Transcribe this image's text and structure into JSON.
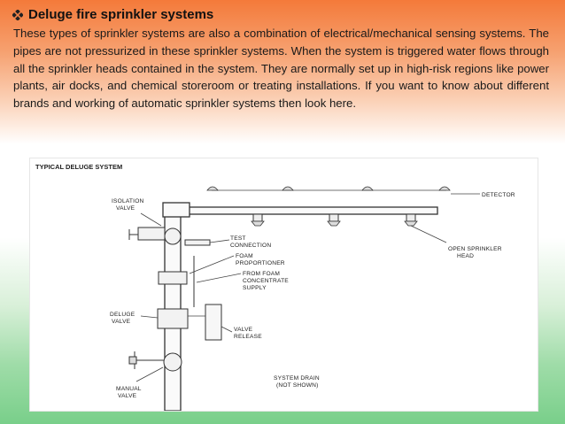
{
  "slide": {
    "heading": "Deluge fire sprinkler systems",
    "bullet_icon": "diamond-bullet-icon",
    "paragraph": "These types of sprinkler systems are also a combination of electrical/mechanical sensing systems. The pipes are not pressurized in these sprinkler systems. When the system is triggered water flows through all the sprinkler heads contained in the system. They are normally set up in high-risk regions like power plants, air docks, and chemical storeroom or treating installations. If you want to know about different brands and working of automatic sprinkler systems then look here."
  },
  "diagram": {
    "title": "TYPICAL DELUGE SYSTEM",
    "labels": {
      "isolation_1": "ISOLATION",
      "isolation_2": "VALVE",
      "test_1": "TEST",
      "test_2": "CONNECTION",
      "foam_1": "FOAM",
      "foam_2": "PROPORTIONER",
      "from_1": "FROM FOAM",
      "from_2": "CONCENTRATE",
      "from_3": "SUPPLY",
      "deluge_1": "DELUGE",
      "deluge_2": "VALVE",
      "valve_1": "VALVE",
      "valve_2": "RELEASE",
      "manual_1": "MANUAL",
      "manual_2": "VALVE",
      "drain_1": "SYSTEM DRAIN",
      "drain_2": "(NOT SHOWN)",
      "open_1": "OPEN SPRINKLER",
      "open_2": "HEAD",
      "detector": "DETECTOR"
    }
  },
  "colors": {
    "top_band": "#f47a3a",
    "bottom_band": "#79cf8a"
  }
}
